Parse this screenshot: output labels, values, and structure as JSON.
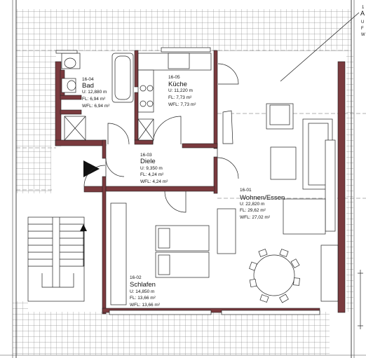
{
  "rooms": [
    {
      "id": "16-04",
      "name": "Bad",
      "u": "U: 12,880 m",
      "fl": "FL: 6,94 m²",
      "wfl": "WFL: 6,94 m²"
    },
    {
      "id": "16-05",
      "name": "Küche",
      "u": "U: 11,220 m",
      "fl": "FL: 7,73 m²",
      "wfl": "WFL: 7,73 m²"
    },
    {
      "id": "16-03",
      "name": "Diele",
      "u": "U: 9,350 m",
      "fl": "FL: 4,24 m²",
      "wfl": "WFL: 4,24 m²"
    },
    {
      "id": "16-01",
      "name": "Wohnen/Essen",
      "u": "U: 22,820 m",
      "fl": "FL: 29,62 m²",
      "wfl": "WFL: 27,02 m²"
    },
    {
      "id": "16-02",
      "name": "Schlafen",
      "u": "U: 14,850 m",
      "fl": "FL: 13,66 m²",
      "wfl": "WFL: 13,66 m²"
    }
  ],
  "corner_note": [
    "1",
    "A",
    "U",
    "F",
    "W"
  ],
  "colors": {
    "wall": "#7a3a3e",
    "roof_grid": "#9a9a9a",
    "line": "#222222"
  }
}
